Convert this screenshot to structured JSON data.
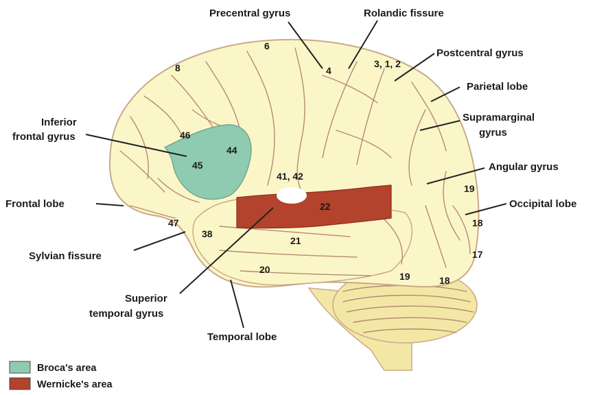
{
  "colors": {
    "brain": "#fbf6c8",
    "brain_outline": "#c9a98a",
    "broca": "#8fcbb0",
    "wernicke": "#b3432c",
    "cerebellum": "#f3e7a6"
  },
  "labels": {
    "precentral_gyrus": "Precentral gyrus",
    "rolandic_fissure": "Rolandic fissure",
    "postcentral_gyrus": "Postcentral gyrus",
    "parietal_lobe": "Parietal lobe",
    "supramarginal_gyrus_1": "Supramarginal",
    "supramarginal_gyrus_2": "gyrus",
    "angular_gyrus": "Angular gyrus",
    "occipital_lobe": "Occipital lobe",
    "inferior_frontal_gyrus_1": "Inferior",
    "inferior_frontal_gyrus_2": "frontal gyrus",
    "frontal_lobe": "Frontal lobe",
    "sylvian_fissure": "Sylvian fissure",
    "superior_temporal_gyrus_1": "Superior",
    "superior_temporal_gyrus_2": "temporal gyrus",
    "temporal_lobe": "Temporal lobe"
  },
  "areas": {
    "a6": "6",
    "a8": "8",
    "a4": "4",
    "a312": "3, 1, 2",
    "a46": "46",
    "a44": "44",
    "a45": "45",
    "a4142": "41, 42",
    "a22": "22",
    "a47": "47",
    "a38": "38",
    "a21": "21",
    "a20": "20",
    "a19a": "19",
    "a18a": "18",
    "a17": "17",
    "a19b": "19",
    "a18b": "18"
  },
  "legend": {
    "broca": "Broca's area",
    "wernicke": "Wernicke's area"
  }
}
